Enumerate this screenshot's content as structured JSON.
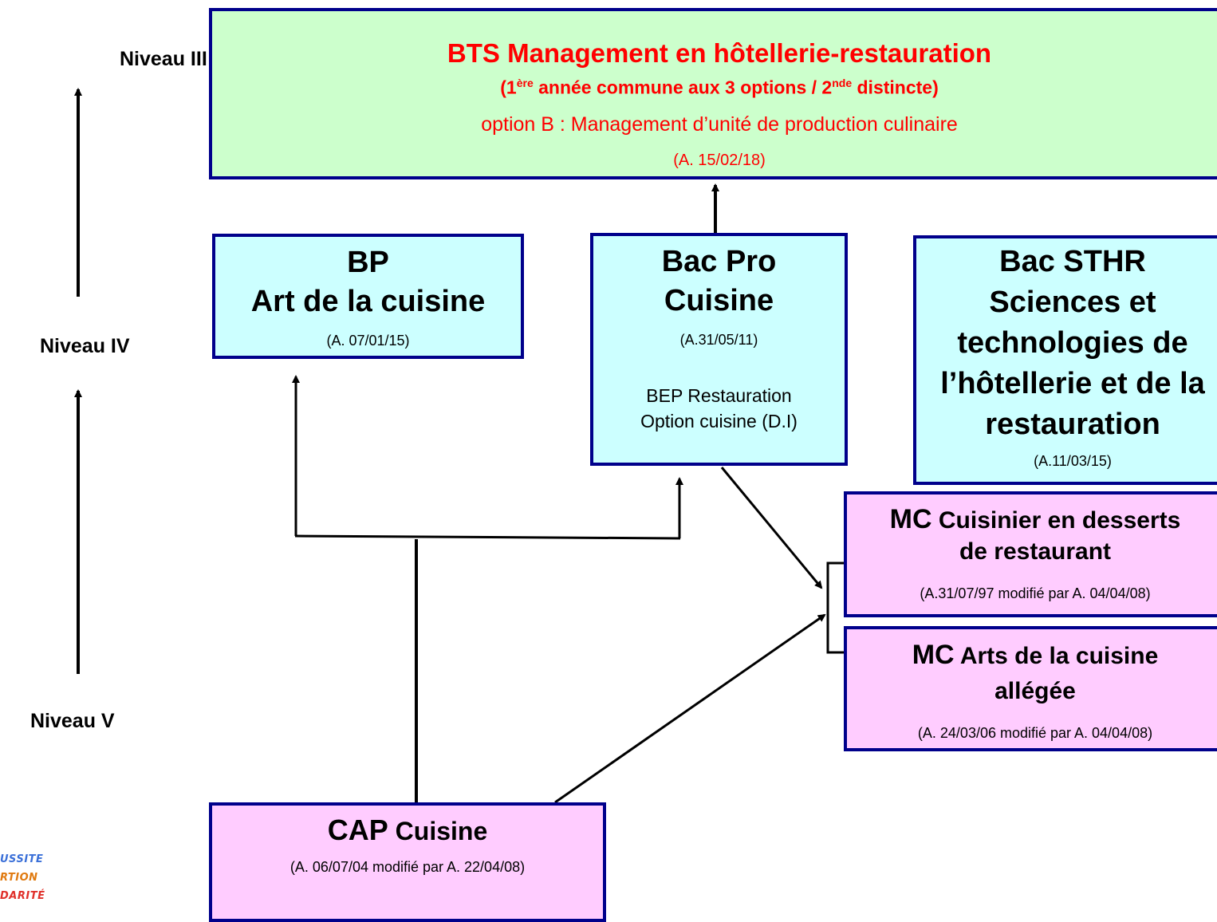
{
  "levels": {
    "level3": "Niveau  III",
    "level4": "Niveau  IV",
    "level5": "Niveau V"
  },
  "bts": {
    "title": "BTS Management en hôtellerie-restauration",
    "line2_a": "(1",
    "line2_sup1": "ère",
    "line2_b": " année commune aux 3 options / 2",
    "line2_sup2": "nde",
    "line2_c": " distincte)",
    "option": "option B : Management d’unité de production culinaire",
    "ref": "(A. 15/02/18)"
  },
  "bp": {
    "line1": "BP",
    "line2": "Art de la cuisine",
    "ref": "(A. 07/01/15)"
  },
  "bacpro": {
    "line1": "Bac Pro",
    "line2": "Cuisine",
    "ref": "(A.31/05/11)",
    "bep1": "BEP Restauration",
    "bep2": "Option cuisine (D.I)"
  },
  "bacsthr": {
    "line1": "Bac STHR",
    "line2": "Sciences et",
    "line3": "technologies de",
    "line4": "l’hôtellerie et de la",
    "line5": "restauration",
    "ref": "(A.11/03/15)"
  },
  "mc_desserts": {
    "mc": "MC",
    "title1": " Cuisinier en desserts",
    "title2": "de restaurant",
    "ref": "(A.31/07/97 modifié par A. 04/04/08)"
  },
  "mc_allegee": {
    "mc": "MC",
    "title1": " Arts de la cuisine",
    "title2": "allégée",
    "ref": "(A. 24/03/06 modifié par A. 04/04/08)"
  },
  "cap": {
    "cap": "CAP",
    "title": " Cuisine",
    "ref": "(A. 06/07/04 modifié par A. 22/04/08)"
  },
  "logo": {
    "line1": "USSITE",
    "line2": "RTION",
    "line3": "DARITÉ",
    "colors": [
      "#3a6fd8",
      "#e07a10",
      "#e0302a"
    ]
  }
}
